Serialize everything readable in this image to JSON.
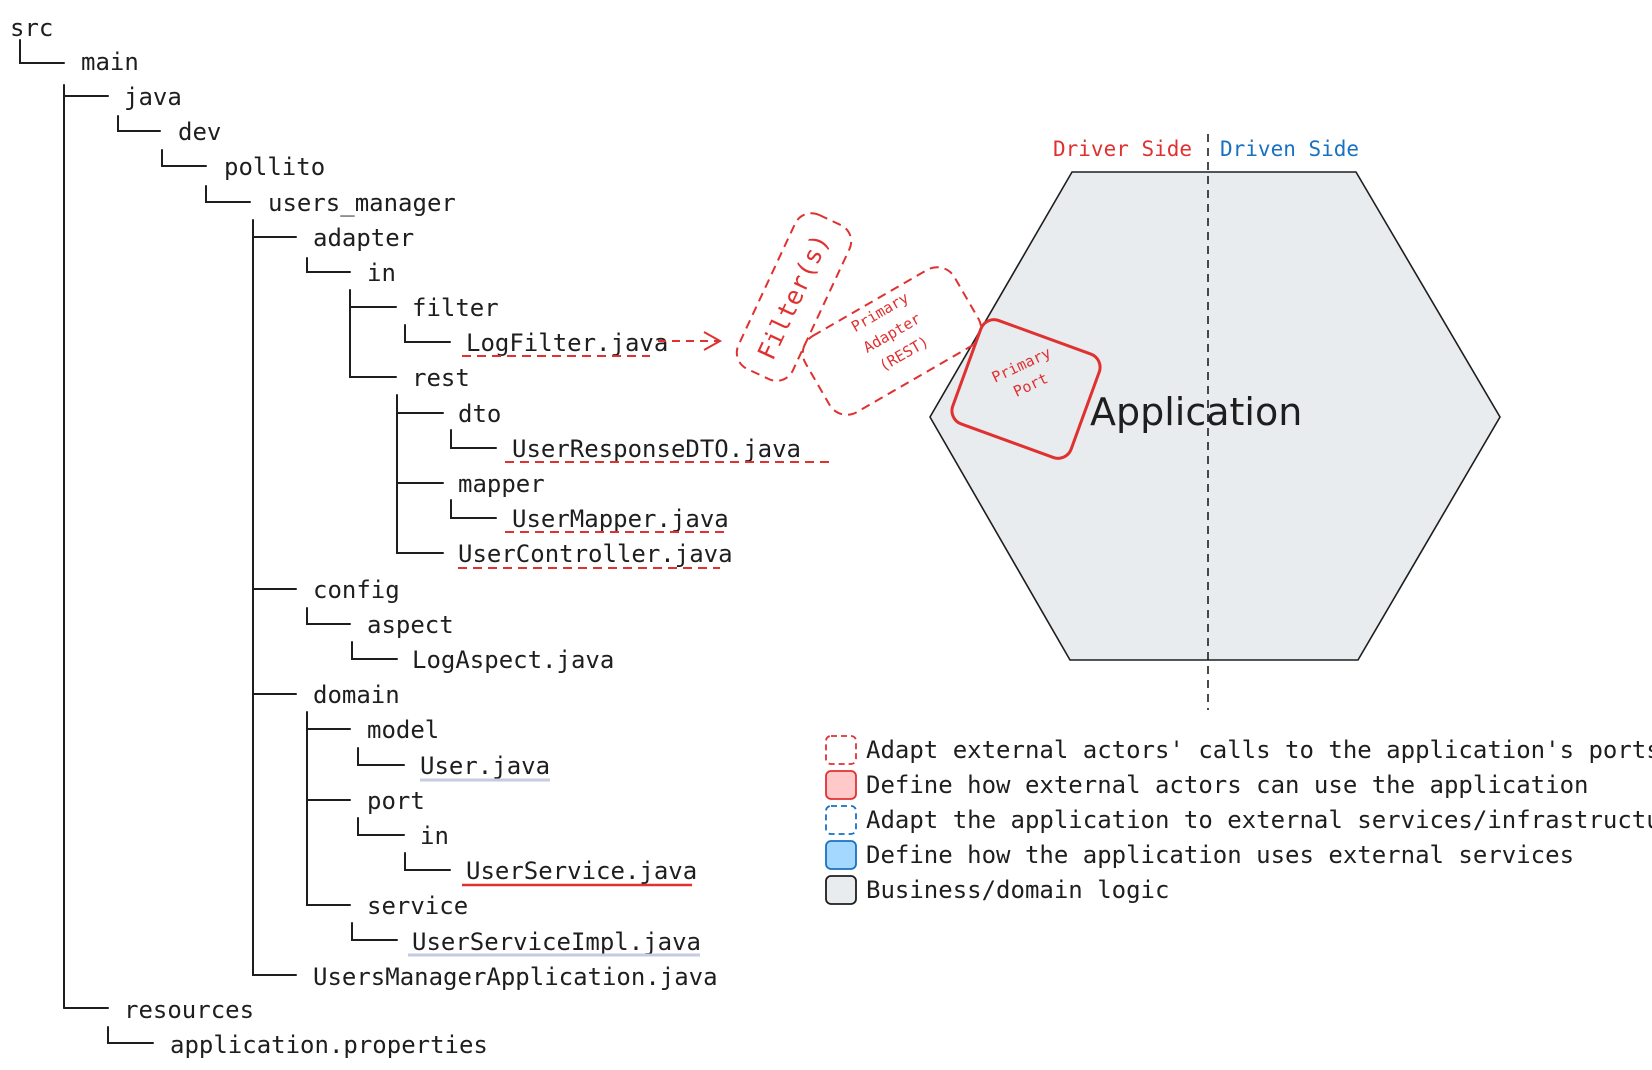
{
  "tree": [
    {
      "label": "src"
    },
    {
      "label": "main"
    },
    {
      "label": "java"
    },
    {
      "label": "dev"
    },
    {
      "label": "pollito"
    },
    {
      "label": "users_manager"
    },
    {
      "label": "adapter"
    },
    {
      "label": "in"
    },
    {
      "label": "filter"
    },
    {
      "label": "LogFilter.java",
      "highlight": "driver-adapter"
    },
    {
      "label": "rest"
    },
    {
      "label": "dto"
    },
    {
      "label": "UserResponseDTO.java",
      "highlight": "driver-adapter"
    },
    {
      "label": "mapper"
    },
    {
      "label": "UserMapper.java",
      "highlight": "driver-adapter"
    },
    {
      "label": "UserController.java",
      "highlight": "driver-adapter"
    },
    {
      "label": "config"
    },
    {
      "label": "aspect"
    },
    {
      "label": "LogAspect.java"
    },
    {
      "label": "domain"
    },
    {
      "label": "model"
    },
    {
      "label": "User.java",
      "highlight": "domain"
    },
    {
      "label": "port"
    },
    {
      "label": "in"
    },
    {
      "label": "UserService.java",
      "highlight": "primary-port"
    },
    {
      "label": "service"
    },
    {
      "label": "UserServiceImpl.java",
      "highlight": "domain"
    },
    {
      "label": "UsersManagerApplication.java"
    },
    {
      "label": "resources"
    },
    {
      "label": "application.properties"
    }
  ],
  "diagram": {
    "driver_side": "Driver Side",
    "driven_side": "Driven Side",
    "application": "Application",
    "filters": "Filter(s)",
    "primary_adapter": [
      "Primary",
      "Adapter",
      "(REST)"
    ],
    "primary_port": [
      "Primary",
      "Port"
    ]
  },
  "legend": [
    {
      "text": "Adapt external actors' calls to the application's ports",
      "swatch": "red-dashed"
    },
    {
      "text": "Define how external actors can use the application",
      "swatch": "red-filled"
    },
    {
      "text": "Adapt the application to external services/infrastructure",
      "swatch": "blue-dashed"
    },
    {
      "text": "Define how the application uses external services",
      "swatch": "blue-filled"
    },
    {
      "text": "Business/domain logic",
      "swatch": "gray-filled"
    }
  ],
  "colors": {
    "driver": "#e03131",
    "driven": "#1971c2",
    "hexagon_fill": "#e9ecef",
    "primary_port_fill": "#ffc9c9",
    "driven_fill": "#a5d8ff",
    "domain_underline": "#c5cbe0",
    "text": "#1e1e1e"
  }
}
